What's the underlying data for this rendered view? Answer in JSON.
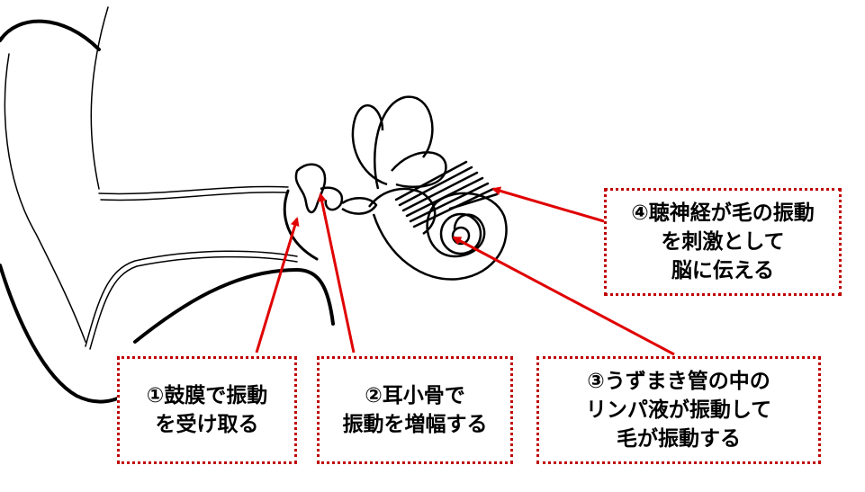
{
  "colors": {
    "arrow": "#e00000",
    "callout_border": "#c00000",
    "outline": "#000000",
    "background": "#ffffff"
  },
  "callouts": [
    {
      "id": "eardrum",
      "lines": [
        "①鼓膜で振動",
        "を受け取る"
      ]
    },
    {
      "id": "ossicles",
      "lines": [
        "②耳小骨で",
        "振動を増幅する"
      ]
    },
    {
      "id": "cochlea",
      "lines": [
        "③うずまき管の中の",
        "リンパ液が振動して",
        "毛が振動する"
      ]
    },
    {
      "id": "auditory-nerve",
      "lines": [
        "④聴神経が毛の振動",
        "を刺激として",
        "脳に伝える"
      ]
    }
  ]
}
